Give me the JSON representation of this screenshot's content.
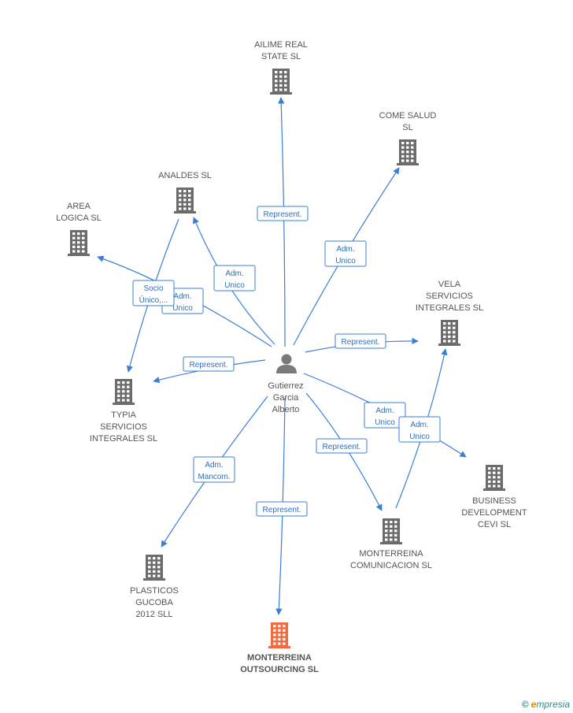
{
  "colors": {
    "edge": "#3a7fd5",
    "building": "#6b6b6b",
    "highlight": "#f26a3d",
    "person": "#7a7a7a"
  },
  "person": {
    "lines": [
      "Gutierrez",
      "Garcia",
      "Alberto"
    ],
    "icon": "person-icon"
  },
  "companies": [
    {
      "id": "ailime",
      "lines": [
        "AILIME REAL",
        "STATE  SL"
      ],
      "main": false
    },
    {
      "id": "come",
      "lines": [
        "COME SALUD",
        "SL"
      ],
      "main": false
    },
    {
      "id": "analdes",
      "lines": [
        "ANALDES SL"
      ],
      "main": false
    },
    {
      "id": "area",
      "lines": [
        "AREA",
        "LOGICA SL"
      ],
      "main": false
    },
    {
      "id": "vela",
      "lines": [
        "VELA",
        "SERVICIOS",
        "INTEGRALES SL"
      ],
      "main": false
    },
    {
      "id": "typia",
      "lines": [
        "TYPIA",
        "SERVICIOS",
        "INTEGRALES SL"
      ],
      "main": false
    },
    {
      "id": "business",
      "lines": [
        "BUSINESS",
        "DEVELOPMENT",
        "CEVI SL"
      ],
      "main": false
    },
    {
      "id": "monterreina_com",
      "lines": [
        "MONTERREINA",
        "COMUNICACION SL"
      ],
      "main": false
    },
    {
      "id": "plasticos",
      "lines": [
        "PLASTICOS",
        "GUCOBA",
        "2012 SLL"
      ],
      "main": false
    },
    {
      "id": "monterreina_out",
      "lines": [
        "MONTERREINA",
        "OUTSOURCING SL"
      ],
      "main": true
    }
  ],
  "edges": [
    {
      "to": "ailime",
      "label": [
        "Represent."
      ]
    },
    {
      "to": "come",
      "label": [
        "Adm.",
        "Unico"
      ]
    },
    {
      "to": "analdes",
      "label": [
        "Adm.",
        "Unico"
      ]
    },
    {
      "to": "area",
      "label": [
        "Adm.",
        "Unico"
      ]
    },
    {
      "to": "typia",
      "label": [
        "Socio",
        "Único,..."
      ]
    },
    {
      "to": "typia",
      "label": [
        "Represent."
      ]
    },
    {
      "to": "vela",
      "label": [
        "Represent."
      ]
    },
    {
      "to": "business",
      "label": [
        "Adm.",
        "Unico"
      ]
    },
    {
      "to": "monterreina_com",
      "label": [
        "Represent."
      ]
    },
    {
      "to": "vela",
      "label": [
        "Adm.",
        "Unico"
      ]
    },
    {
      "to": "plasticos",
      "label": [
        "Adm.",
        "Mancom."
      ]
    },
    {
      "to": "monterreina_out",
      "label": [
        "Represent."
      ]
    }
  ],
  "brand": {
    "copyright": "©",
    "initial": "e",
    "rest": "mpresia"
  }
}
